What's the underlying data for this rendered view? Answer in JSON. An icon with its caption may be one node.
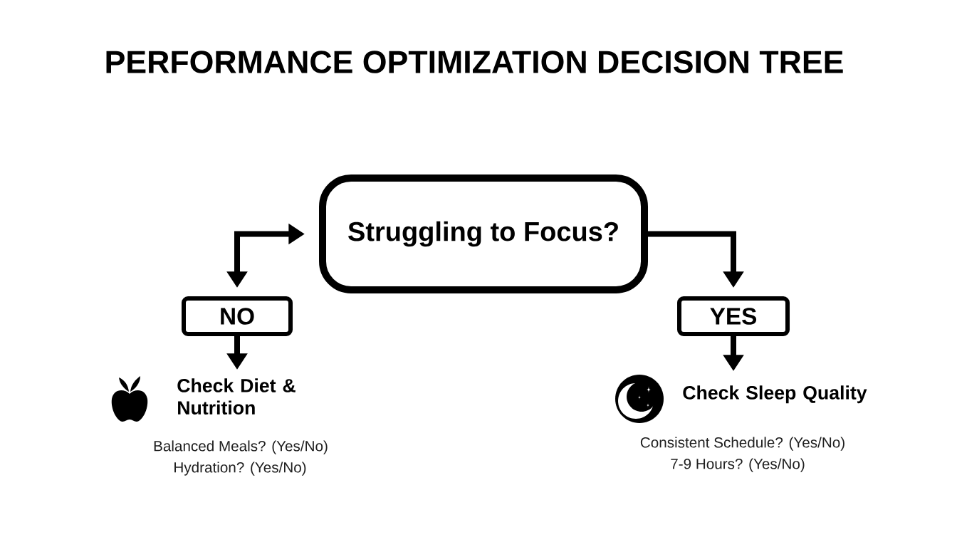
{
  "diagram": {
    "title": "PERFORMANCE OPTIMIZATION DECISION TREE",
    "nodes": [
      {
        "text": [
          "Struggling to Focus?"
        ]
      },
      {
        "text": [
          "NO"
        ]
      },
      {
        "text": [
          "YES"
        ]
      },
      {
        "text": [
          "Check Diet & Nutrition",
          "Balanced Meals? (Yes/No)",
          "Hydration? (Yes/No)"
        ]
      },
      {
        "text": [
          "Check Sleep Quality",
          "Consistent Schedule? (Yes/No)",
          "7-9 Hours? (Yes/No)"
        ]
      }
    ],
    "edges": [
      {
        "from": 0,
        "to": 1,
        "arrow": "both"
      },
      {
        "from": 0,
        "to": 2,
        "arrow": "to"
      },
      {
        "from": 1,
        "to": 3,
        "arrow": "to"
      },
      {
        "from": 2,
        "to": 4,
        "arrow": "to"
      }
    ]
  }
}
